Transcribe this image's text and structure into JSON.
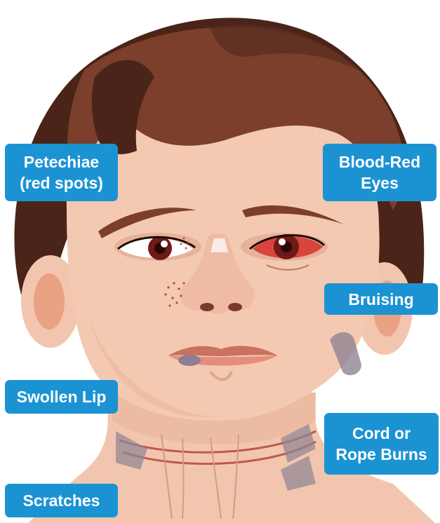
{
  "illustration": {
    "colors": {
      "hair_dark": "#4a2418",
      "hair_light": "#7b3f2b",
      "skin": "#f2c6ae",
      "skin_shadow": "#e4ab91",
      "iris": "#6e1a15",
      "sclera_red": "#d9443d",
      "bruise": "#8f8494",
      "rope_burn": "#c0584c",
      "label_bg": "#1b93d3",
      "label_text": "#ffffff"
    }
  },
  "labels": {
    "petechiae": {
      "line1": "Petechiae",
      "line2": "(red spots)"
    },
    "eyes": {
      "line1": "Blood-Red",
      "line2": "Eyes"
    },
    "bruising": {
      "line1": "Bruising"
    },
    "lip": {
      "line1": "Swollen Lip"
    },
    "cord": {
      "line1": "Cord or",
      "line2": "Rope Burns"
    },
    "scratches": {
      "line1": "Scratches"
    }
  }
}
